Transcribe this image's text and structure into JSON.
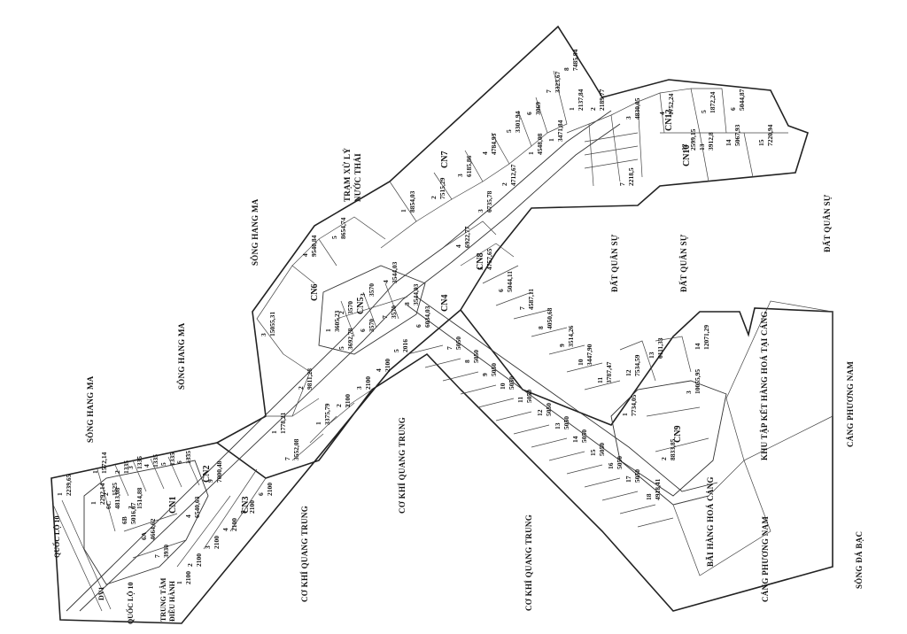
{
  "region_labels": [
    {
      "id": "song-hang-ma-1",
      "text": "SÔNG HANG MA"
    },
    {
      "id": "song-hang-ma-2",
      "text": "SÔNG HANG MA"
    },
    {
      "id": "song-hang-ma-3",
      "text": "SÔNG HANG MA"
    },
    {
      "id": "co-khi-quang-trung-1",
      "text": "CƠ KHÍ QUANG TRUNG"
    },
    {
      "id": "co-khi-quang-trung-2",
      "text": "CƠ KHÍ QUANG TRUNG"
    },
    {
      "id": "co-khi-quang-trung-3",
      "text": "CƠ KHÍ QUANG TRUNG"
    },
    {
      "id": "dat-quan-su-1",
      "text": "ĐẤT QUÂN SỰ"
    },
    {
      "id": "dat-quan-su-2",
      "text": "ĐẤT QUÂN SỰ"
    },
    {
      "id": "dat-quan-su-3",
      "text": "ĐẤT QUÂN SỰ"
    },
    {
      "id": "cang-phuong-nam-1",
      "text": "CẢNG PHƯƠNG NAM"
    },
    {
      "id": "cang-phuong-nam-2",
      "text": "CẢNG PHƯƠNG NAM"
    },
    {
      "id": "song-da-bac",
      "text": "SÔNG ĐÁ BẠC"
    },
    {
      "id": "tram-xu-ly",
      "text": "TRẠM XỬ LÝ"
    },
    {
      "id": "nuoc-thai",
      "text": "NƯỚC THẢI"
    },
    {
      "id": "khu-tap-ket",
      "text": "KHU TẬP KẾT HÀNG HOÁ TẠI CẢNG"
    },
    {
      "id": "bai-hang-hoa",
      "text": "BÃI HÀNG HOÁ CẢNG"
    },
    {
      "id": "quoc-lo-10-a",
      "text": "QUỐC LỘ 10"
    },
    {
      "id": "quoc-lo-10-b",
      "text": "QUỐC LỘ 10"
    },
    {
      "id": "dv1",
      "text": "DV1"
    },
    {
      "id": "trung-tam",
      "text": "TRUNG TÂM"
    },
    {
      "id": "dieu-hanh",
      "text": "ĐIỀU HÀNH"
    }
  ],
  "zones": [
    "CN1",
    "CN2",
    "CN3",
    "CN4",
    "CN5",
    "CN6",
    "CN7",
    "CN8",
    "CN9",
    "CN10",
    "CN12"
  ],
  "lots": [
    {
      "no": "1",
      "area": "2100"
    },
    {
      "no": "2",
      "area": "2100"
    },
    {
      "no": "3",
      "area": "2100"
    },
    {
      "no": "4",
      "area": "2100"
    },
    {
      "no": "5",
      "area": "2100"
    },
    {
      "no": "6",
      "area": "2100"
    },
    {
      "no": "7",
      "area": "3552,08"
    },
    {
      "no": "7",
      "area": "3930"
    },
    {
      "no": "6A",
      "area": "4664,62"
    },
    {
      "no": "6B",
      "area": "5016,67"
    },
    {
      "no": "6C",
      "area": "4813,08"
    },
    {
      "no": "4",
      "area": "6540,63"
    },
    {
      "no": "1",
      "area": "2239,65"
    },
    {
      "no": "1",
      "area": "2292,14"
    },
    {
      "no": "1",
      "area": "1572,14"
    },
    {
      "no": "2",
      "area": "1335"
    },
    {
      "no": "3",
      "area": "1335"
    },
    {
      "no": "4",
      "area": "1335"
    },
    {
      "no": "5",
      "area": "1335"
    },
    {
      "no": "6",
      "area": "1335"
    },
    {
      "no": "9",
      "area": "7000,48"
    },
    {
      "no": "2",
      "area": "1525"
    },
    {
      "no": "3",
      "area": "1514,88"
    },
    {
      "no": "1",
      "area": "1778,21"
    },
    {
      "no": "2",
      "area": "9811,28"
    },
    {
      "no": "3",
      "area": "15055,31"
    },
    {
      "no": "4",
      "area": "9540,84"
    },
    {
      "no": "5",
      "area": "8654,74"
    },
    {
      "no": "1",
      "area": "3605,23"
    },
    {
      "no": "2",
      "area": "3570"
    },
    {
      "no": "3",
      "area": "3570"
    },
    {
      "no": "4",
      "area": "3544,03"
    },
    {
      "no": "5",
      "area": "3692,78"
    },
    {
      "no": "6",
      "area": "3570"
    },
    {
      "no": "7",
      "area": "3570"
    },
    {
      "no": "8",
      "area": "3544,03"
    },
    {
      "no": "1",
      "area": "3375,79"
    },
    {
      "no": "2",
      "area": "2100"
    },
    {
      "no": "3",
      "area": "2100"
    },
    {
      "no": "4",
      "area": "2100"
    },
    {
      "no": "5",
      "area": "2016"
    },
    {
      "no": "6",
      "area": "6034,03"
    },
    {
      "no": "1",
      "area": "8854,03"
    },
    {
      "no": "2",
      "area": "7515,29"
    },
    {
      "no": "3",
      "area": "6185,86"
    },
    {
      "no": "4",
      "area": "4784,93"
    },
    {
      "no": "5",
      "area": "3301,94"
    },
    {
      "no": "6",
      "area": "3069"
    },
    {
      "no": "7",
      "area": "3323,67"
    },
    {
      "no": "8",
      "area": "7485,94"
    },
    {
      "no": "1",
      "area": "4548,08"
    },
    {
      "no": "2",
      "area": "4712,67"
    },
    {
      "no": "3",
      "area": "6735,78"
    },
    {
      "no": "4",
      "area": "6922,77"
    },
    {
      "no": "5",
      "area": "4757,65"
    },
    {
      "no": "6",
      "area": "5044,11"
    },
    {
      "no": "7",
      "area": "4587,11"
    },
    {
      "no": "8",
      "area": "4050,68"
    },
    {
      "no": "9",
      "area": "3514,26"
    },
    {
      "no": "10",
      "area": "3447,90"
    },
    {
      "no": "11",
      "area": "3787,47"
    },
    {
      "no": "7",
      "area": "5050"
    },
    {
      "no": "8",
      "area": "5050"
    },
    {
      "no": "9",
      "area": "5050"
    },
    {
      "no": "10",
      "area": "5050"
    },
    {
      "no": "11",
      "area": "5050"
    },
    {
      "no": "12",
      "area": "5050"
    },
    {
      "no": "13",
      "area": "5050"
    },
    {
      "no": "14",
      "area": "5050"
    },
    {
      "no": "15",
      "area": "5050"
    },
    {
      "no": "16",
      "area": "5050"
    },
    {
      "no": "17",
      "area": "5050"
    },
    {
      "no": "18",
      "area": "4918,41"
    },
    {
      "no": "12",
      "area": "7534,59"
    },
    {
      "no": "13",
      "area": "6111,33"
    },
    {
      "no": "14",
      "area": "12071,29"
    },
    {
      "no": "1",
      "area": "7734,05"
    },
    {
      "no": "2",
      "area": "8833,85"
    },
    {
      "no": "3",
      "area": "10055,95"
    },
    {
      "no": "1",
      "area": "3471,84"
    },
    {
      "no": "1",
      "area": "2137,84"
    },
    {
      "no": "2",
      "area": "2189,77"
    },
    {
      "no": "3",
      "area": "4830,05"
    },
    {
      "no": "4",
      "area": "1752,24"
    },
    {
      "no": "5",
      "area": "1872,24"
    },
    {
      "no": "6",
      "area": "5044,87"
    },
    {
      "no": "12",
      "area": "2599,15"
    },
    {
      "no": "13",
      "area": "3912,8"
    },
    {
      "no": "14",
      "area": "5067,93"
    },
    {
      "no": "15",
      "area": "7220,94"
    },
    {
      "no": "7",
      "area": "2218,5"
    }
  ]
}
